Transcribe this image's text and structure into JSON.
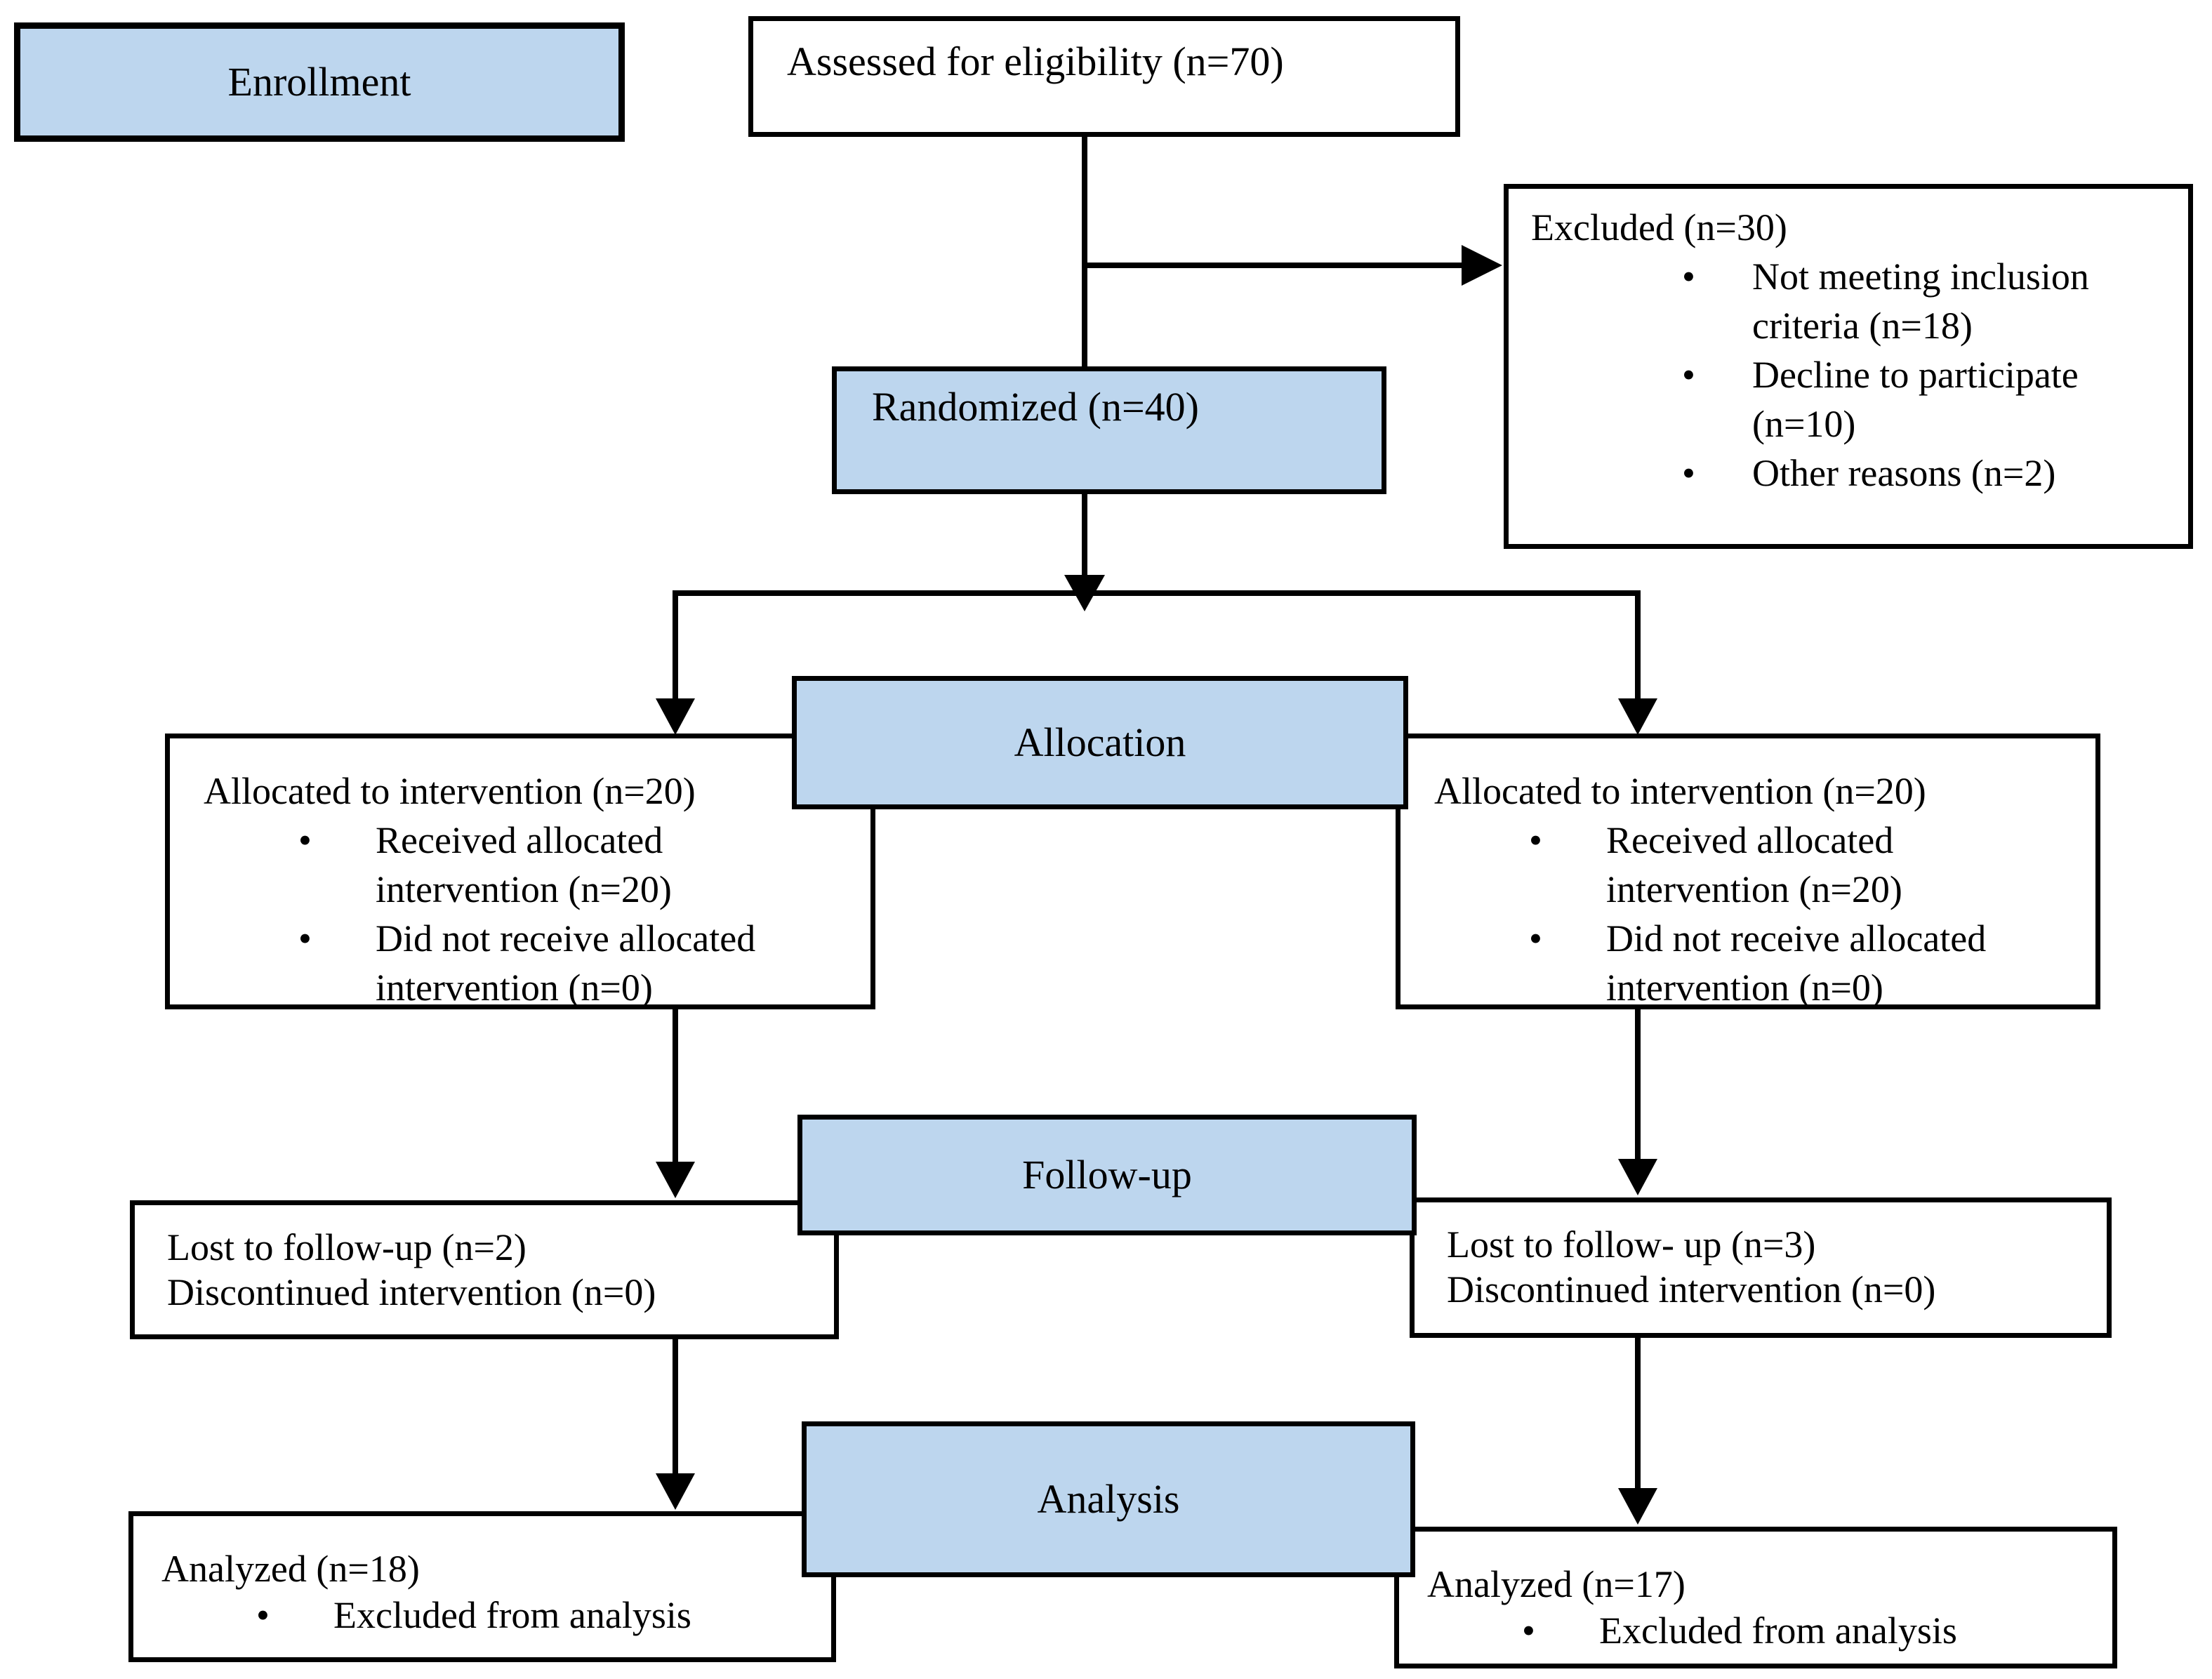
{
  "colors": {
    "stage_fill": "#bdd6ee",
    "border": "#000000",
    "line": "#000000",
    "background": "#ffffff"
  },
  "stages": {
    "enrollment": {
      "label": "Enrollment"
    },
    "allocation": {
      "label": "Allocation"
    },
    "followup": {
      "label": "Follow-up"
    },
    "analysis": {
      "label": "Analysis"
    }
  },
  "boxes": {
    "assessed": {
      "label": "Assessed for eligibility (n=70)"
    },
    "excluded": {
      "title": "Excluded (n=30)",
      "items": [
        "Not meeting inclusion criteria (n=18)",
        "Decline to participate (n=10)",
        "Other reasons (n=2)"
      ]
    },
    "randomized": {
      "label": "Randomized (n=40)"
    },
    "allocated_left": {
      "title": "Allocated to intervention (n=20)",
      "items": [
        "Received allocated intervention (n=20)",
        "Did not receive allocated intervention (n=0)"
      ]
    },
    "allocated_right": {
      "title": "Allocated to intervention (n=20)",
      "items": [
        "Received allocated intervention (n=20)",
        "Did not receive allocated intervention (n=0)"
      ]
    },
    "followup_left": {
      "lines": [
        "Lost to follow-up (n=2)",
        "Discontinued intervention (n=0)"
      ]
    },
    "followup_right": {
      "lines": [
        "Lost to follow- up (n=3)",
        "Discontinued intervention (n=0)"
      ]
    },
    "analyzed_left": {
      "title": "Analyzed (n=18)",
      "items": [
        "Excluded from analysis"
      ]
    },
    "analyzed_right": {
      "title": "Analyzed (n=17)",
      "items": [
        "Excluded from analysis"
      ]
    }
  },
  "bullet_glyph": "•"
}
